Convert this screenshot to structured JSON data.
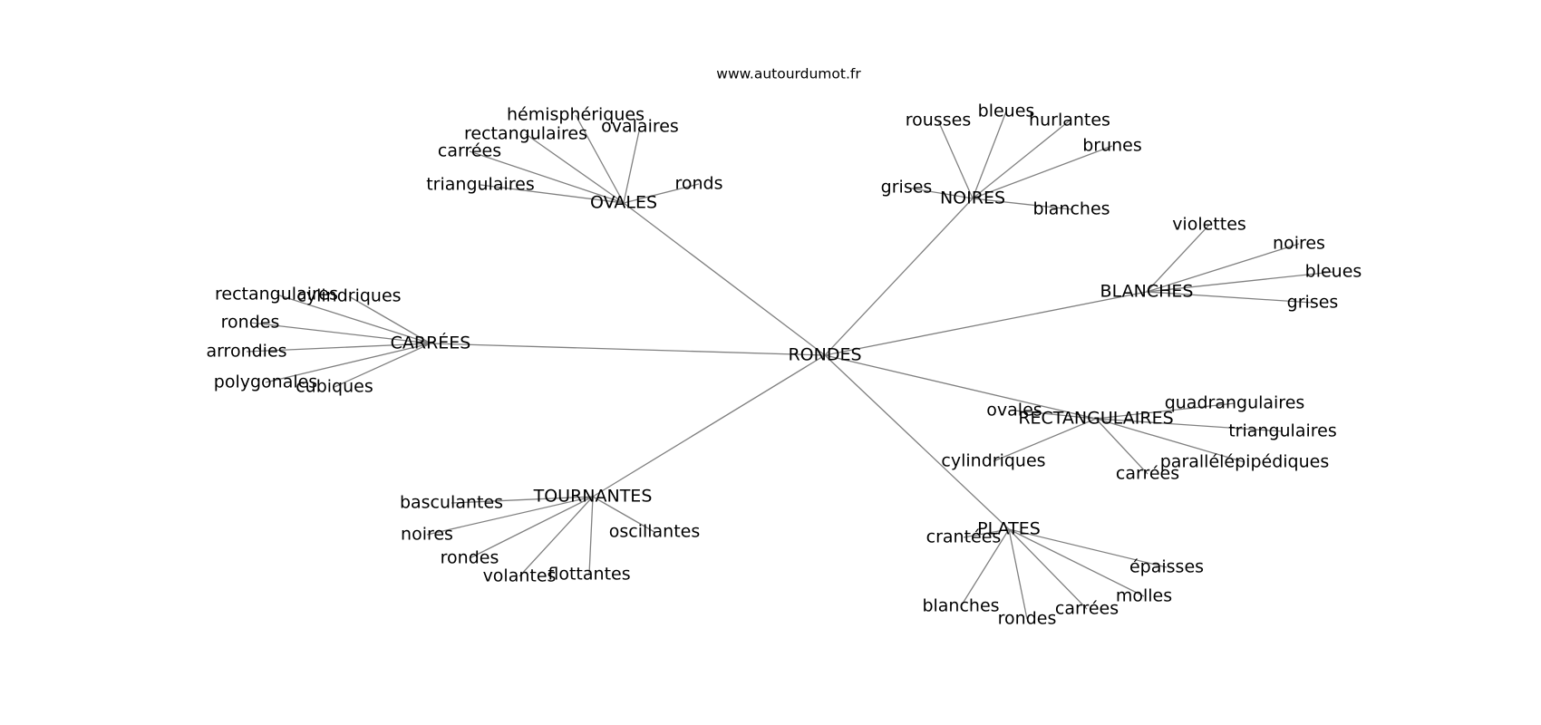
{
  "site_url": "www.autourdumot.fr",
  "center": "RONDES",
  "clusters": [
    {
      "label": "OVALES",
      "words": [
        "hémisphériques",
        "rectangulaires",
        "ovalaires",
        "carrées",
        "triangulaires",
        "ronds"
      ]
    },
    {
      "label": "NOIRES",
      "words": [
        "rousses",
        "bleues",
        "hurlantes",
        "brunes",
        "grises",
        "blanches"
      ]
    },
    {
      "label": "BLANCHES",
      "words": [
        "violettes",
        "noires",
        "bleues",
        "grises"
      ]
    },
    {
      "label": "CARRÉES",
      "words": [
        "rectangulaires",
        "cylindriques",
        "rondes",
        "arrondies",
        "polygonales",
        "cubiques"
      ]
    },
    {
      "label": "RECTANGULAIRES",
      "words": [
        "ovales",
        "quadrangulaires",
        "triangulaires",
        "cylindriques",
        "parallélépipédiques",
        "carrées"
      ]
    },
    {
      "label": "TOURNANTES",
      "words": [
        "basculantes",
        "noires",
        "oscillantes",
        "rondes",
        "volantes",
        "flottantes"
      ]
    },
    {
      "label": "PLATES",
      "words": [
        "crantées",
        "épaisses",
        "molles",
        "blanches",
        "rondes",
        "carrées"
      ]
    }
  ]
}
